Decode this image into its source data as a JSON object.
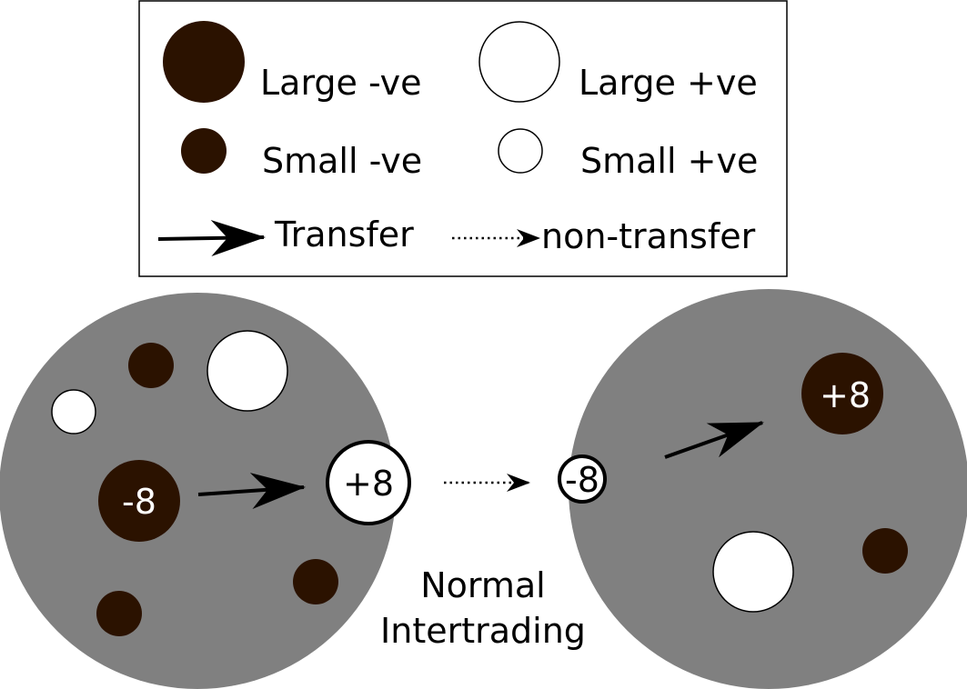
{
  "colors": {
    "negative": "#2b1200",
    "positive": "#ffffff",
    "sphere": "#808080",
    "stroke": "#000000"
  },
  "legend": {
    "large_negative": "Large -ve",
    "large_positive": "Large +ve",
    "small_negative": "Small -ve",
    "small_positive": "Small +ve",
    "transfer": "Transfer",
    "non_transfer": "non-transfer"
  },
  "diagram": {
    "left_value": "-8",
    "left_edge_value": "+8",
    "right_edge_value": "-8",
    "right_value": "+8",
    "caption_line1": "Normal",
    "caption_line2": "Intertrading"
  }
}
